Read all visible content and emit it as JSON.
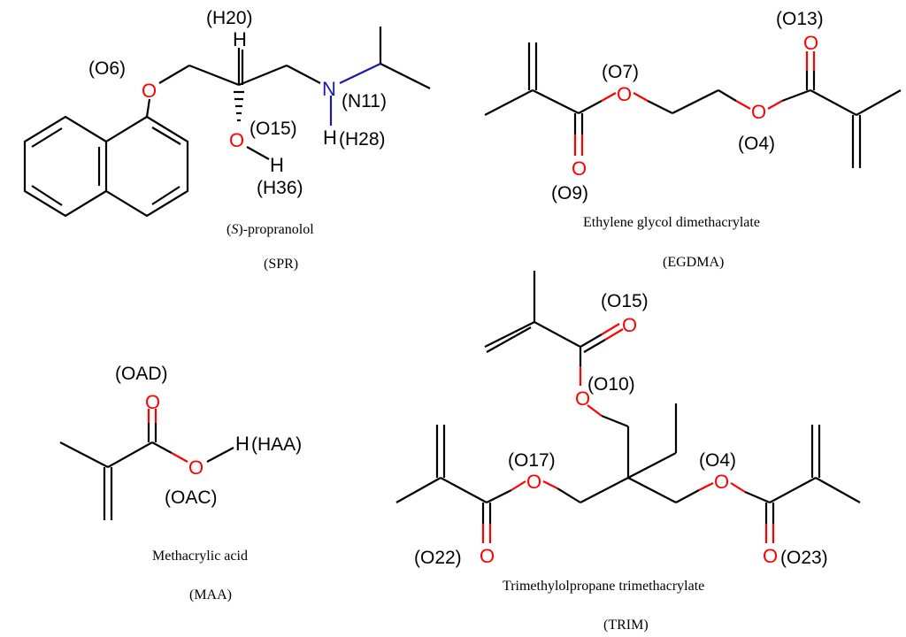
{
  "colors": {
    "oxygen": "#ff0000",
    "nitrogen": "#1a1aa8",
    "carbon_bond": "#000000"
  },
  "atoms": {
    "O": "O",
    "N": "N",
    "H": "H"
  },
  "spr": {
    "name_prefix": "(",
    "name_stereo": "S",
    "name_suffix": ")-propranolol",
    "abbr": "(SPR)",
    "labels": {
      "o6": "(O6)",
      "h20": "(H20)",
      "n11": "(N11)",
      "o15": "(O15)",
      "h28": "(H28)",
      "h36": "(H36)"
    }
  },
  "egdma": {
    "name": "Ethylene glycol dimethacrylate",
    "abbr": "(EGDMA)",
    "labels": {
      "o7": "(O7)",
      "o13": "(O13)",
      "o4": "(O4)",
      "o9": "(O9)"
    }
  },
  "maa": {
    "name": "Methacrylic acid",
    "abbr": "(MAA)",
    "labels": {
      "oad": "(OAD)",
      "haa": "(HAA)",
      "oac": "(OAC)"
    }
  },
  "trim": {
    "name": "Trimethylolpropane trimethacrylate",
    "abbr": "(TRIM)",
    "labels": {
      "o15": "(O15)",
      "o10": "(O10)",
      "o17": "(O17)",
      "o4": "(O4)",
      "o22": "(O22)",
      "o23": "(O23)"
    }
  }
}
